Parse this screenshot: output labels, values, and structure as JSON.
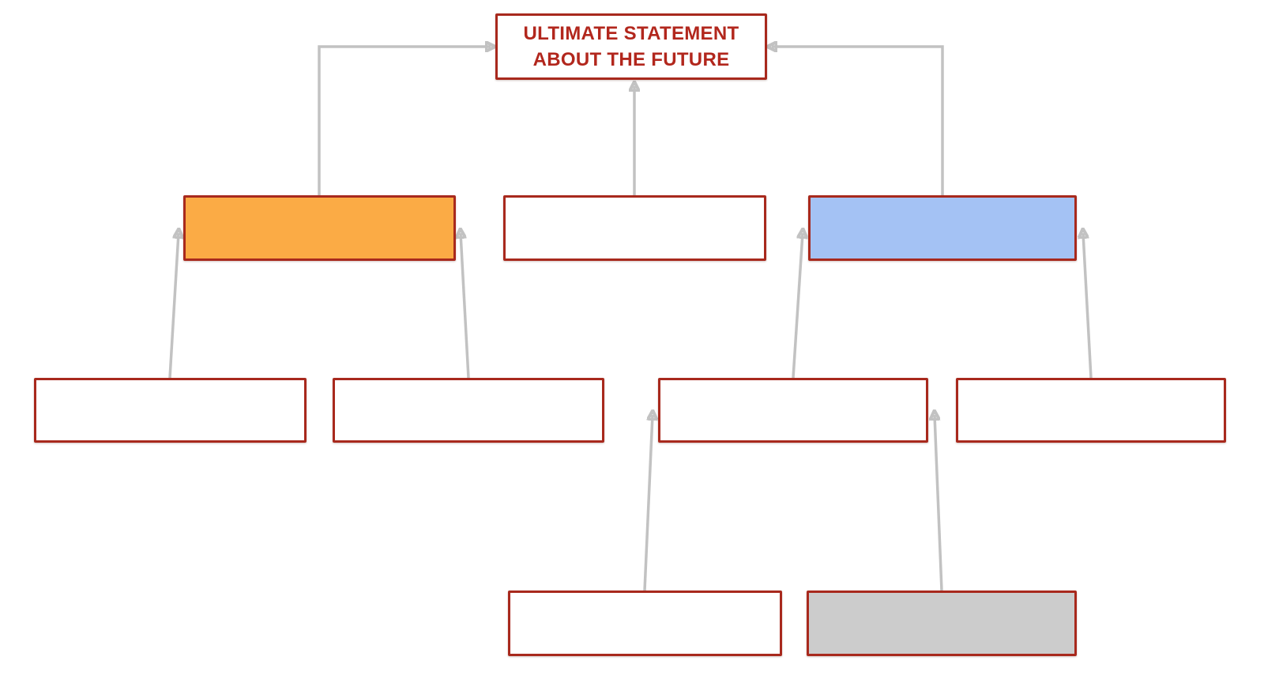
{
  "diagram": {
    "nodes": [
      {
        "id": "root",
        "label": "ULTIMATE STATEMENT ABOUT THE FUTURE",
        "fill": "#FFFFFF"
      },
      {
        "id": "premise-orange",
        "label": "",
        "fill": "#FBAB45"
      },
      {
        "id": "premise-center",
        "label": "",
        "fill": "#FFFFFF"
      },
      {
        "id": "premise-blue",
        "label": "",
        "fill": "#A4C2F4"
      },
      {
        "id": "support-left-1",
        "label": "",
        "fill": "#FFFFFF"
      },
      {
        "id": "support-left-2",
        "label": "",
        "fill": "#FFFFFF"
      },
      {
        "id": "support-right-1",
        "label": "",
        "fill": "#FFFFFF"
      },
      {
        "id": "support-right-2",
        "label": "",
        "fill": "#FFFFFF"
      },
      {
        "id": "base-white",
        "label": "",
        "fill": "#FFFFFF"
      },
      {
        "id": "base-gray",
        "label": "",
        "fill": "#CCCCCC"
      }
    ],
    "connectors": [
      {
        "from": "premise-orange",
        "to": "root"
      },
      {
        "from": "premise-center",
        "to": "root"
      },
      {
        "from": "premise-blue",
        "to": "root"
      },
      {
        "from": "support-left-1",
        "to": "premise-orange"
      },
      {
        "from": "support-left-2",
        "to": "premise-orange"
      },
      {
        "from": "support-right-1",
        "to": "premise-blue"
      },
      {
        "from": "support-right-2",
        "to": "premise-blue"
      },
      {
        "from": "base-white",
        "to": "support-right-1"
      },
      {
        "from": "base-gray",
        "to": "support-right-1"
      }
    ],
    "colors": {
      "box_border": "#A8291D",
      "title_text": "#B2271D",
      "connector": "#C2C2C2",
      "orange_fill": "#FBAB45",
      "blue_fill": "#A4C2F4",
      "gray_fill": "#CCCCCC",
      "background": "#FFFFFF"
    }
  }
}
